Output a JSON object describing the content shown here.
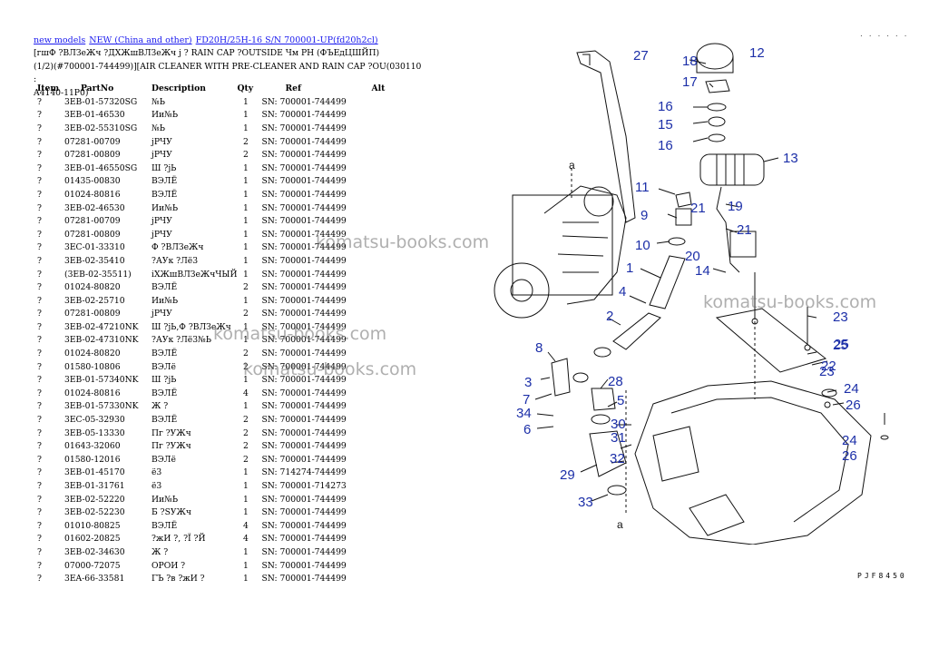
{
  "breadcrumb": {
    "items": [
      "new models",
      "NEW (China and other)",
      "FD20H/25H-16 S/N 700001-UP(fd20h2cl)"
    ]
  },
  "title": {
    "line1": "[гшФ ?ВЛЗеЖч ?ДХЖшВЛЗеЖч ј ? RAIN CAP ?OUTSIDE Чм РН (ФЪЕдЦШЙП)",
    "line2": "(1/2)(#700001-744499)][AIR CLEANER WITH PRE-CLEANER AND RAIN CAP ?OU(030110 :",
    "line3": "A4140-11P0)"
  },
  "table": {
    "headers": [
      "Item",
      "PartNo",
      "Description",
      "Qty",
      "Ref",
      "Alt"
    ],
    "rows": [
      [
        "?",
        "3EB-01-57320SG",
        "№Ь",
        "1",
        "SN: 700001-744499",
        ""
      ],
      [
        "?",
        "3EB-01-46530",
        "Ии№Ь",
        "1",
        "SN: 700001-744499",
        ""
      ],
      [
        "?",
        "3EB-02-55310SG",
        "№Ь",
        "1",
        "SN: 700001-744499",
        ""
      ],
      [
        "?",
        "07281-00709",
        "јРЧУ",
        "2",
        "SN: 700001-744499",
        ""
      ],
      [
        "?",
        "07281-00809",
        "јРЧУ",
        "2",
        "SN: 700001-744499",
        ""
      ],
      [
        "?",
        "3EB-01-46550SG",
        "Ш ?јЬ",
        "1",
        "SN: 700001-744499",
        ""
      ],
      [
        "?",
        "01435-00830",
        "ВЭЛЁ",
        "1",
        "SN: 700001-744499",
        ""
      ],
      [
        "?",
        "01024-80816",
        "ВЭЛЁ",
        "1",
        "SN: 700001-744499",
        ""
      ],
      [
        "?",
        "3EB-02-46530",
        "Ии№Ь",
        "1",
        "SN: 700001-744499",
        ""
      ],
      [
        "?",
        "07281-00709",
        "јРЧУ",
        "1",
        "SN: 700001-744499",
        ""
      ],
      [
        "?",
        "07281-00809",
        "јРЧУ",
        "1",
        "SN: 700001-744499",
        ""
      ],
      [
        "?",
        "3EC-01-33310",
        "Ф ?ВЛЗеЖч",
        "1",
        "SN: 700001-744499",
        ""
      ],
      [
        "?",
        "3EB-02-35410",
        "?АУк ?Лё3",
        "1",
        "SN: 700001-744499",
        ""
      ],
      [
        "?",
        "(3EB-02-35511)",
        "iXЖшВЛЗеЖчЧЫЙ",
        "1",
        "SN: 700001-744499",
        ""
      ],
      [
        "?",
        "01024-80820",
        "ВЭЛЁ",
        "2",
        "SN: 700001-744499",
        ""
      ],
      [
        "?",
        "3EB-02-25710",
        "Ии№Ь",
        "1",
        "SN: 700001-744499",
        ""
      ],
      [
        "?",
        "07281-00809",
        "јРЧУ",
        "2",
        "SN: 700001-744499",
        ""
      ],
      [
        "?",
        "3EB-02-47210NK",
        "Ш ?јЬ,Ф ?ВЛЗеЖч",
        "1",
        "SN: 700001-744499",
        ""
      ],
      [
        "?",
        "3EB-02-47310NK",
        "?АУк ?Лё3№Ь",
        "1",
        "SN: 700001-744499",
        ""
      ],
      [
        "?",
        "01024-80820",
        "ВЭЛЁ",
        "2",
        "SN: 700001-744499",
        ""
      ],
      [
        "?",
        "01580-10806",
        "ВЭЛё",
        "2",
        "SN: 700001-744499",
        ""
      ],
      [
        "?",
        "3EB-01-57340NK",
        "Ш ?јЬ",
        "1",
        "SN: 700001-744499",
        ""
      ],
      [
        "?",
        "01024-80816",
        "ВЭЛЁ",
        "4",
        "SN: 700001-744499",
        ""
      ],
      [
        "?",
        "3EB-01-57330NK",
        "Ж ?",
        "1",
        "SN: 700001-744499",
        ""
      ],
      [
        "?",
        "3EC-05-32930",
        "ВЭЛЁ",
        "2",
        "SN: 700001-744499",
        ""
      ],
      [
        "?",
        "3EB-05-13330",
        "Пг ?УЖч",
        "2",
        "SN: 700001-744499",
        ""
      ],
      [
        "?",
        "01643-32060",
        "Пг ?УЖч",
        "2",
        "SN: 700001-744499",
        ""
      ],
      [
        "?",
        "01580-12016",
        "ВЭЛё",
        "2",
        "SN: 700001-744499",
        ""
      ],
      [
        "?",
        "3EB-01-45170",
        "ё3",
        "1",
        "SN: 714274-744499",
        ""
      ],
      [
        "?",
        "3EB-01-31761",
        "ё3",
        "1",
        "SN: 700001-714273",
        ""
      ],
      [
        "?",
        "3EB-02-52220",
        "Ии№Ь",
        "1",
        "SN: 700001-744499",
        ""
      ],
      [
        "?",
        "3EB-02-52230",
        "Б ?SУЖч",
        "1",
        "SN: 700001-744499",
        ""
      ],
      [
        "?",
        "01010-80825",
        "ВЭЛЁ",
        "4",
        "SN: 700001-744499",
        ""
      ],
      [
        "?",
        "01602-20825",
        "?жИ ?, ?Ї ?Й",
        "4",
        "SN: 700001-744499",
        ""
      ],
      [
        "?",
        "3EB-02-34630",
        "Ж ?",
        "1",
        "SN: 700001-744499",
        ""
      ],
      [
        "?",
        "07000-72075",
        "ОРОИ ?",
        "1",
        "SN: 700001-744499",
        ""
      ],
      [
        "?",
        "3EA-66-33581",
        "ГЪ ?в ?жИ ?",
        "1",
        "SN: 700001-744499",
        ""
      ]
    ]
  },
  "page_dots": ". . . . . .",
  "diagram": {
    "callouts": [
      "27",
      "18",
      "12",
      "17",
      "16",
      "15",
      "16",
      "13",
      "11",
      "21",
      "19",
      "9",
      "21",
      "10",
      "20",
      "14",
      "1",
      "4",
      "2",
      "8",
      "3",
      "28",
      "5",
      "7",
      "34",
      "6",
      "30",
      "31",
      "32",
      "29",
      "33",
      "23",
      "25",
      "23",
      "25",
      "22",
      "24",
      "26",
      "24",
      "26",
      "a",
      "a"
    ],
    "code": "PJF8450"
  },
  "watermark": "komatsu-books.com",
  "colors": {
    "link": "#1a1aee",
    "callout": "#1c2fa8",
    "line": "#111111"
  }
}
